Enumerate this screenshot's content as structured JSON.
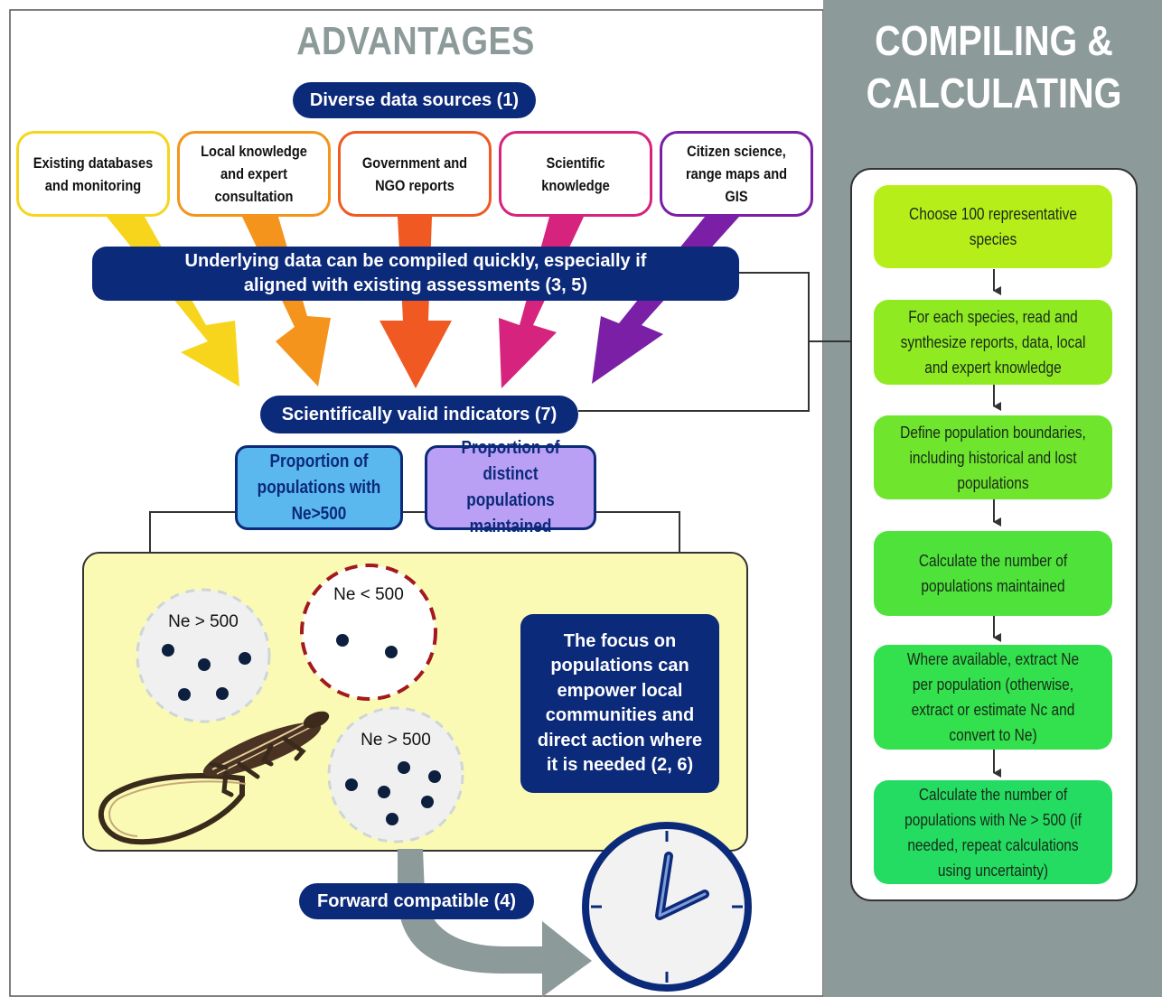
{
  "left_panel": {
    "heading": "ADVANTAGES",
    "diverse_sources": "Diverse data sources (1)",
    "sources": [
      {
        "label": "Existing databases and monitoring",
        "color": "#f7d51d"
      },
      {
        "label": "Local knowledge and expert consultation",
        "color": "#f4941c"
      },
      {
        "label": "Government and NGO reports",
        "color": "#f05a22"
      },
      {
        "label": "Scientific knowledge",
        "color": "#d6237e"
      },
      {
        "label": "Citizen science, range maps and GIS",
        "color": "#7a1fa6"
      }
    ],
    "compiled_quickly": "Underlying data can be compiled quickly, especially if aligned with existing assessments (3, 5)",
    "valid_indicators": "Scientifically valid indicators (7)",
    "indicator_ne500": "Proportion of populations with Ne>500",
    "indicator_distinct": "Proportion of distinct populations maintained",
    "circles": [
      "Ne > 500",
      "Ne < 500",
      "Ne > 500"
    ],
    "focus_text": "The focus on populations can empower local communities and direct action where it is needed (2, 6)",
    "forward_compatible": "Forward compatible (4)"
  },
  "right_panel": {
    "heading_line1": "COMPILING &",
    "heading_line2": "CALCULATING",
    "steps": [
      {
        "label": "Choose 100 representative species",
        "color": "#b6ee1a"
      },
      {
        "label": "For each species, read and synthesize reports, data, local and expert knowledge",
        "color": "#8fea22"
      },
      {
        "label": "Define population boundaries, including historical and lost populations",
        "color": "#6fe52d"
      },
      {
        "label": "Calculate the number of populations maintained",
        "color": "#4ee23b"
      },
      {
        "label": "Where available, extract Ne per population (otherwise, extract or estimate Nc and convert to Ne)",
        "color": "#33e04d"
      },
      {
        "label": "Calculate the number of populations with Ne > 500 (if needed, repeat calculations using uncertainty)",
        "color": "#25dc63"
      }
    ]
  },
  "colors": {
    "navy": "#0c2a7a",
    "grey_panel": "#8d9a9a",
    "yellow_box": "#fafab4",
    "blue_indicator": "#5bb8ef",
    "purple_indicator": "#b9a0f4",
    "red_dashed": "#a3191d"
  },
  "icons": [
    "lizard-icon",
    "clock-icon"
  ]
}
